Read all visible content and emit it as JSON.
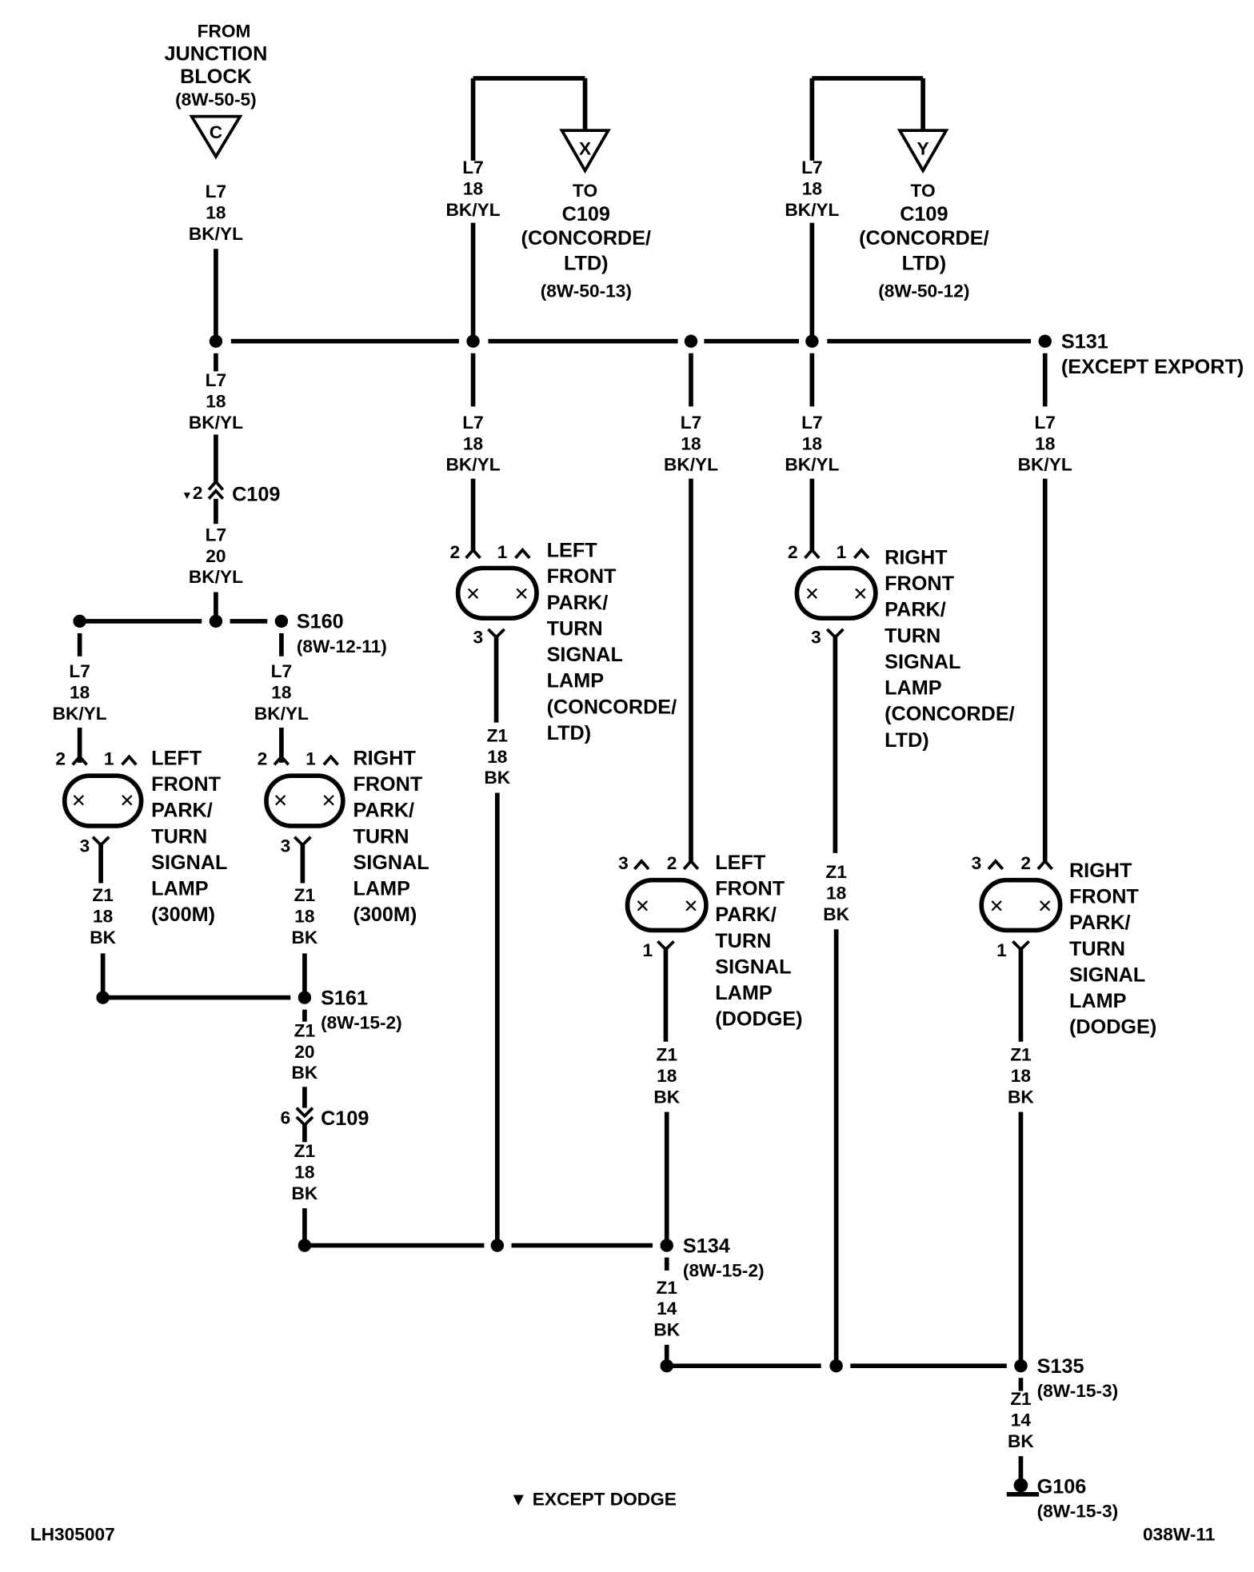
{
  "source": {
    "from": "FROM",
    "name_line1": "JUNCTION",
    "name_line2": "BLOCK",
    "ref": "(8W-50-5)",
    "letter": "C"
  },
  "wire_l7_18": {
    "circuit": "L7",
    "gauge": "18",
    "color": "BK/YL"
  },
  "wire_l7_20": {
    "circuit": "L7",
    "gauge": "20",
    "color": "BK/YL"
  },
  "wire_z1_18": {
    "circuit": "Z1",
    "gauge": "18",
    "color": "BK"
  },
  "wire_z1_20": {
    "circuit": "Z1",
    "gauge": "20",
    "color": "BK"
  },
  "wire_z1_14": {
    "circuit": "Z1",
    "gauge": "14",
    "color": "BK"
  },
  "off_page": [
    {
      "letter": "X",
      "to": "TO",
      "line1": "C109",
      "line2": "(CONCORDE/",
      "line3": "LTD)",
      "ref": "(8W-50-13)"
    },
    {
      "letter": "Y",
      "to": "TO",
      "line1": "C109",
      "line2": "(CONCORDE/",
      "line3": "LTD)",
      "ref": "(8W-50-12)"
    }
  ],
  "splices": {
    "s131": {
      "name": "S131",
      "note": "(EXCEPT EXPORT)"
    },
    "s160": {
      "name": "S160",
      "ref": "(8W-12-11)"
    },
    "s161": {
      "name": "S161",
      "ref": "(8W-15-2)"
    },
    "s134": {
      "name": "S134",
      "ref": "(8W-15-2)"
    },
    "s135": {
      "name": "S135",
      "ref": "(8W-15-3)"
    }
  },
  "connectors": {
    "c109_top": {
      "name": "C109",
      "pin": "2",
      "marker": "▼"
    },
    "c109_bottom": {
      "name": "C109",
      "pin": "6"
    }
  },
  "lamps": {
    "l300": {
      "lines": [
        "LEFT",
        "FRONT",
        "PARK/",
        "TURN",
        "SIGNAL",
        "LAMP",
        "(300M)"
      ],
      "pins": [
        "2",
        "1",
        "3"
      ]
    },
    "r300": {
      "lines": [
        "RIGHT",
        "FRONT",
        "PARK/",
        "TURN",
        "SIGNAL",
        "LAMP",
        "(300M)"
      ],
      "pins": [
        "2",
        "1",
        "3"
      ]
    },
    "lconc": {
      "lines": [
        "LEFT",
        "FRONT",
        "PARK/",
        "TURN",
        "SIGNAL",
        "LAMP",
        "(CONCORDE/",
        "LTD)"
      ],
      "pins": [
        "2",
        "1",
        "3"
      ]
    },
    "rconc": {
      "lines": [
        "RIGHT",
        "FRONT",
        "PARK/",
        "TURN",
        "SIGNAL",
        "LAMP",
        "(CONCORDE/",
        "LTD)"
      ],
      "pins": [
        "2",
        "1",
        "3"
      ]
    },
    "ldodge": {
      "lines": [
        "LEFT",
        "FRONT",
        "PARK/",
        "TURN",
        "SIGNAL",
        "LAMP",
        "(DODGE)"
      ],
      "pins": [
        "3",
        "2",
        "1"
      ]
    },
    "rdodge": {
      "lines": [
        "RIGHT",
        "FRONT",
        "PARK/",
        "TURN",
        "SIGNAL",
        "LAMP",
        "(DODGE)"
      ],
      "pins": [
        "3",
        "2",
        "1"
      ]
    }
  },
  "ground": {
    "name": "G106",
    "ref": "(8W-15-3)"
  },
  "footnote": "▼ EXCEPT DODGE",
  "doc_left": "LH305007",
  "doc_right": "038W-11"
}
